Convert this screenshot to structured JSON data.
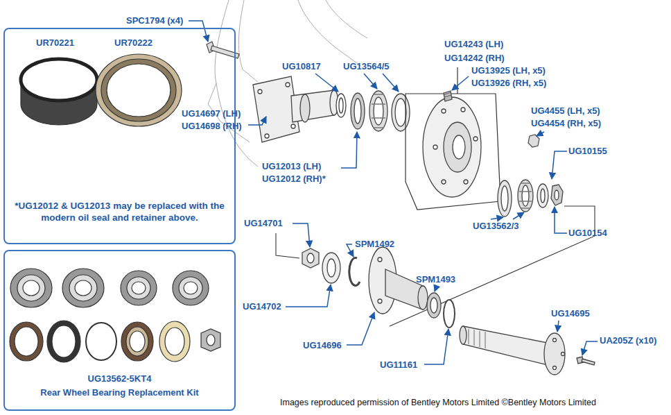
{
  "diagram": {
    "nodes": [
      {
        "text": [
          "UR70221",
          "UR70222",
          "*UG12012 & UG12013 may be replaced with the modern oil seal and retainer above."
        ]
      },
      {
        "text": [
          "UG13562-5KT4",
          "Rear Wheel Bearing Replacement Kit"
        ]
      }
    ],
    "labels": [
      "SPC1794 (x4)",
      "UG10817",
      "UG14243 (LH)",
      "UG14242 (RH)",
      "UG13564/5",
      "UG13925 (LH, x5)",
      "UG13926 (RH, x5)",
      "UG14697 (LH)",
      "UG14698 (RH)",
      "UG4455 (LH, x5)",
      "UG4454 (RH, x5)",
      "UG10155",
      "UG12013 (LH)",
      "UG12012 (RH)*",
      "UG13562/3",
      "UG10154",
      "UG14701",
      "SPM1492",
      "SPM1493",
      "UG14702",
      "UG14695",
      "UG14696",
      "UA205Z (x10)",
      "UG11161",
      "Images reproduced permission of Bentley Motors Limited ©Bentley Motors Limited"
    ]
  }
}
